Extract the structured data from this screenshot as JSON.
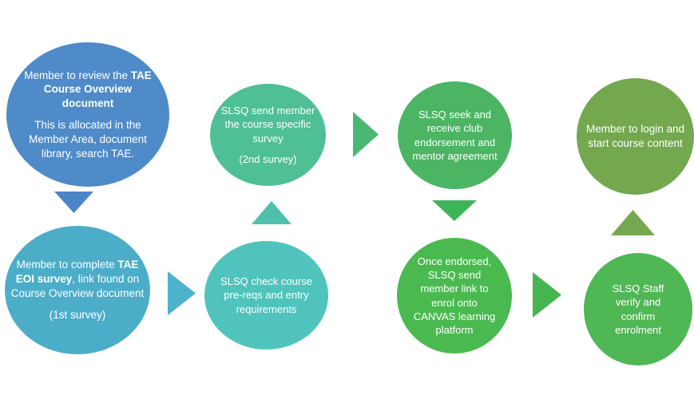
{
  "diagram": {
    "background": "#ffffff",
    "text_color": "#ffffff",
    "nodes": [
      {
        "name": "review-course-overview",
        "fill": "#4e8bc8",
        "pre": "Member to review the ",
        "bold": "TAE Course Overview document",
        "post": "",
        "para2": "This is allocated in the Member Area, document library, search TAE."
      },
      {
        "name": "complete-eoi-survey",
        "fill": "#4cadc9",
        "pre": "Member  to complete ",
        "bold": "TAE EOI survey",
        "post": ",  link found on Course Overview document",
        "para2": "(1st survey)"
      },
      {
        "name": "check-prereqs",
        "fill": "#50c4bc",
        "text": "SLSQ check course pre-reqs and entry requirements"
      },
      {
        "name": "send-course-survey",
        "fill": "#4fbf96",
        "text": "SLSQ send member the course specific survey",
        "para2": "(2nd survey)"
      },
      {
        "name": "club-endorsement",
        "fill": "#4bb564",
        "text": "SLSQ seek and receive club endorsement  and mentor agreement"
      },
      {
        "name": "canvas-enrol-link",
        "fill": "#4aba50",
        "text": "Once endorsed, SLSQ send member  link to enrol onto CANVAS  learning platform"
      },
      {
        "name": "verify-enrolment",
        "fill": "#50b755",
        "text": "SLSQ Staff verify and confirm enrolment"
      },
      {
        "name": "login-start-course",
        "fill": "#73a84e",
        "text": "Member to login and start course content"
      }
    ],
    "arrows": [
      {
        "name": "flow-arrow-1-down",
        "fill": "#4a86c5"
      },
      {
        "name": "flow-arrow-2-right",
        "fill": "#4db3cd"
      },
      {
        "name": "flow-arrow-3-up",
        "fill": "#4fc0ab"
      },
      {
        "name": "flow-arrow-4-right",
        "fill": "#4ab873"
      },
      {
        "name": "flow-arrow-5-down",
        "fill": "#3eb458"
      },
      {
        "name": "flow-arrow-6-right",
        "fill": "#46b551"
      },
      {
        "name": "flow-arrow-7-up",
        "fill": "#76a850"
      }
    ]
  }
}
